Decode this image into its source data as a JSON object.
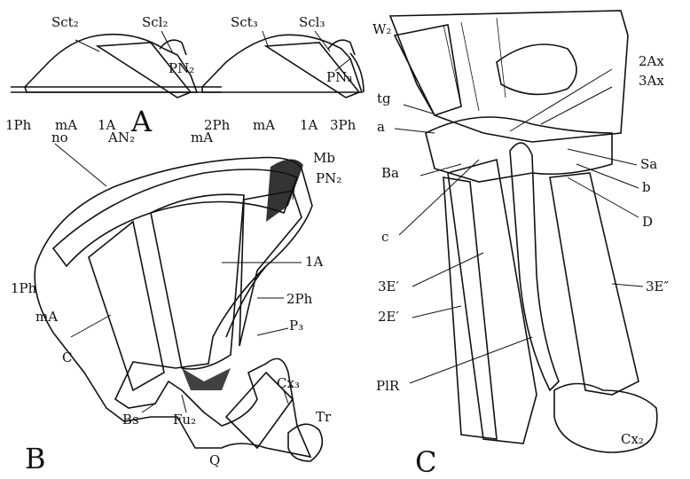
{
  "panels": {
    "A": {
      "letter": "A",
      "labels": {
        "sct2": "Sct₂",
        "scl2": "Scl₂",
        "pn2": "PN₂",
        "sct3": "Sct₃",
        "scl3": "Scl₃",
        "pn3": "PN₃",
        "ph1": "1Ph",
        "ma_left": "mA",
        "la_left": "1A",
        "ph2": "2Ph",
        "ma_right": "mA",
        "la_right": "1A",
        "ph3": "3Ph"
      }
    },
    "B": {
      "letter": "B",
      "labels": {
        "no": "no",
        "an2": "AN₂",
        "ma_top": "mA",
        "mb": "Mb",
        "pn2": "PN₂",
        "la": "1A",
        "ph2": "2Ph",
        "ph1": "1Ph",
        "ma_low": "mA",
        "c": "C",
        "p3": "P₃",
        "cx3": "Cx₃",
        "tr": "Tr",
        "bs": "Bs",
        "fu2": "Fu₂",
        "q": "Q"
      }
    },
    "C": {
      "letter": "C",
      "labels": {
        "w2": "W₂",
        "tg": "tg",
        "a": "a",
        "ax2": "2Ax",
        "ax3": "3Ax",
        "ba": "Ba",
        "sa": "Sa",
        "b": "b",
        "d": "D",
        "c": "c",
        "e3p": "3E′",
        "e3pp": "3E″",
        "e2p": "2E′",
        "plr": "PlR",
        "cx2": "Cx₂"
      }
    }
  }
}
